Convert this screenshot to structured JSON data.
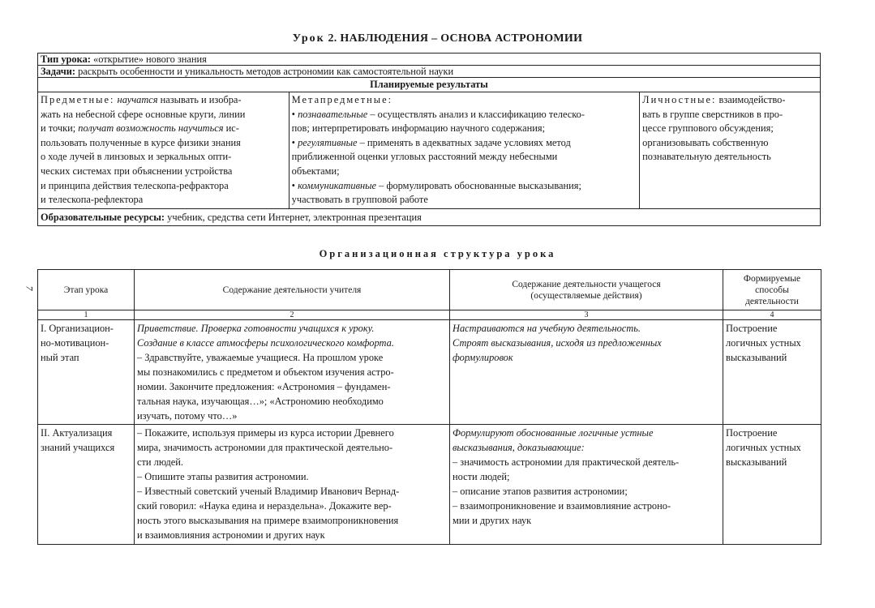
{
  "header": {
    "lesson_word": "Урок",
    "title": "2. НАБЛЮДЕНИЯ – ОСНОВА АСТРОНОМИИ"
  },
  "info": {
    "type_label": "Тип урока:",
    "type_value": "«открытие» нового знания",
    "tasks_label": "Задачи:",
    "tasks_value": "раскрыть особенности и уникальность методов астрономии как самостоятельной науки",
    "planned_results": "Планируемые результаты",
    "subject": {
      "label": "Предметные:",
      "l1_i": "научатся",
      "l1_t": "называть и изобра-",
      "l2": "жать на небесной сфере основные круги, линии",
      "l3_t": "и точки;",
      "l3_i": "получат возможность научиться",
      "l3_t2": "ис-",
      "l4": "пользовать полученные в курсе физики знания",
      "l5": "о ходе лучей в линзовых и зеркальных опти-",
      "l6": "ческих системах при объяснении устройства",
      "l7": "и принципа действия телескопа-рефрактора",
      "l8": "и телескопа-рефлектора"
    },
    "meta": {
      "label": "Метапредметные:",
      "l1_i": "познавательные",
      "l1_t": "– осуществлять анализ и классификацию телеско-",
      "l2": "пов; интерпретировать информацию научного содержания;",
      "l3_i": "регулятивные",
      "l3_t": "– применять в адекватных задаче условиях метод",
      "l4": "приближенной оценки угловых расстояний между небесными",
      "l5": "объектами;",
      "l6_i": "коммуникативные",
      "l6_t": "– формулировать обоснованные высказывания;",
      "l7": "участвовать в групповой работе"
    },
    "personal": {
      "label": "Личностные:",
      "l1_t": "взаимодейство-",
      "l2": "вать в группе сверстников в про-",
      "l3": "цессе группового обсуждения;",
      "l4": "организовывать собственную",
      "l5": "познавательную деятельность"
    },
    "resources_label": "Образовательные ресурсы:",
    "resources_value": "учебник, средства сети Интернет, электронная презентация"
  },
  "structure": {
    "title": "Организационная структура урока",
    "page_number": "7",
    "headers": [
      "Этап урока",
      "Содержание деятельности учителя",
      "Содержание деятельности учащегося",
      "(осуществляемые действия)",
      "Формируемые",
      "способы",
      "деятельности"
    ],
    "col_numbers": [
      "1",
      "2",
      "3",
      "4"
    ],
    "row1": {
      "stage": [
        "I. Организацион-",
        "но-мотивацион-",
        "ный этап"
      ],
      "teacher_i": [
        "Приветствие. Проверка готовности учащихся к уроку.",
        "Создание в классе атмосферы психологического комфорта."
      ],
      "teacher": [
        "– Здравствуйте, уважаемые учащиеся. На прошлом уроке",
        "мы познакомились с предметом и объектом изучения астро-",
        "номии. Закончите предложения: «Астрономия – фундамен-",
        "тальная наука, изучающая…»; «Астрономию необходимо",
        "изучать, потому что…»"
      ],
      "student_i": [
        "Настраиваются на учебную деятельность.",
        "Строят высказывания, исходя из предложенных",
        "формулировок"
      ],
      "skills": [
        "Построение",
        "логичных устных",
        "высказываний"
      ]
    },
    "row2": {
      "stage": [
        "II. Актуализация",
        "знаний учащихся"
      ],
      "teacher": [
        "– Покажите, используя примеры из курса истории Древнего",
        "мира, значимость астрономии для практической деятельно-",
        "сти людей.",
        "– Опишите этапы развития астрономии.",
        "– Известный советский ученый Владимир Иванович Вернад-",
        "ский говорил: «Наука едина и нераздельна». Докажите вер-",
        "ность этого высказывания на примере взаимопроникновения",
        "и взаимовлияния астрономии и других наук"
      ],
      "student_i": [
        "Формулируют обоснованные логичные устные",
        "высказывания, доказывающие:"
      ],
      "student": [
        "– значимость астрономии для практической деятель-",
        "ности людей;",
        "– описание этапов развития астрономии;",
        "– взаимопроникновение и взаимовлияние астроно-",
        "мии и других наук"
      ],
      "skills": [
        "Построение",
        "логичных устных",
        "высказываний"
      ]
    }
  }
}
